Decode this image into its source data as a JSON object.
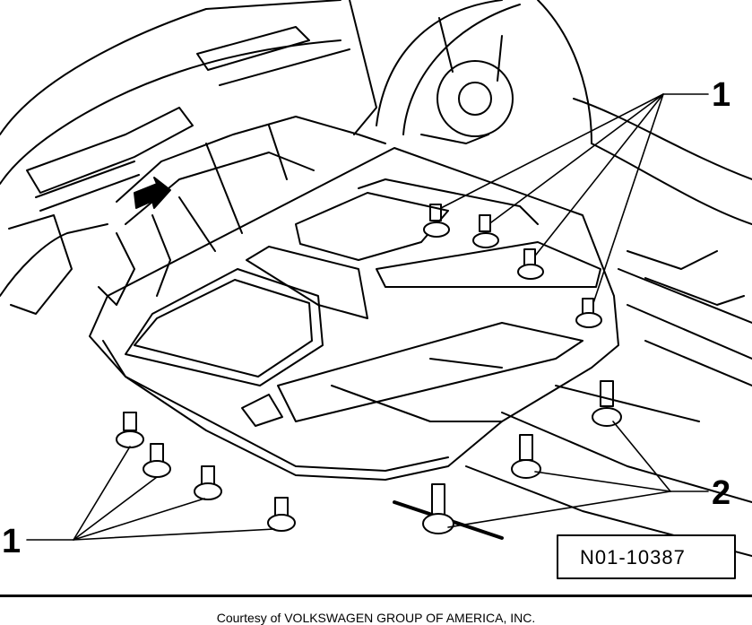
{
  "figure": {
    "callouts": {
      "fastener_group_1": "1",
      "fastener_group_2": "2"
    },
    "figure_code": "N01-10387"
  },
  "footer": {
    "credit": "Courtesy of VOLKSWAGEN GROUP OF AMERICA, INC."
  }
}
